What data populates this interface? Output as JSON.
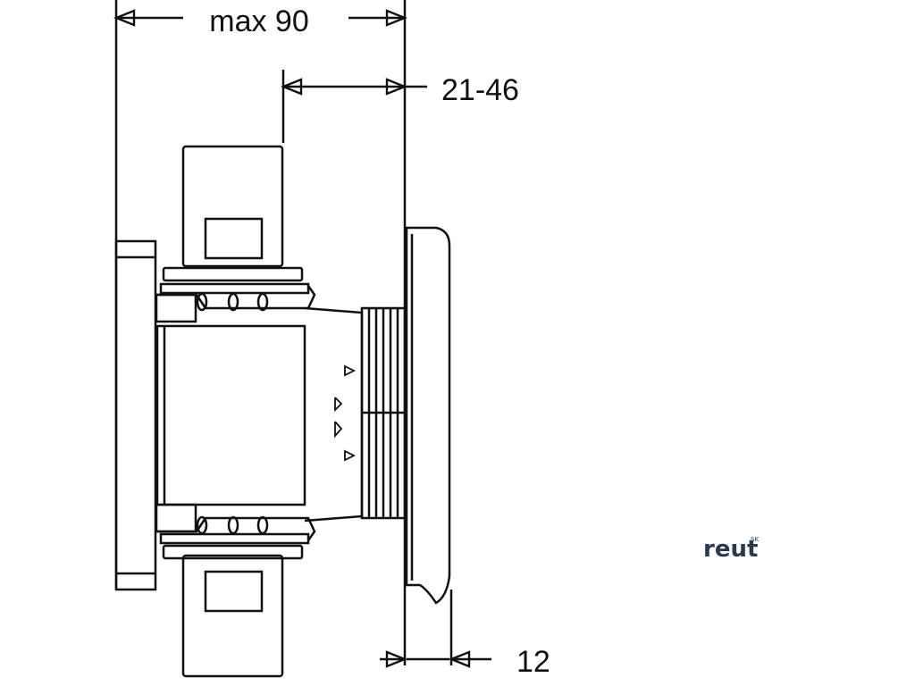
{
  "dimensions": {
    "overall": "max 90",
    "range": "21-46",
    "cover": "12"
  },
  "logo": {
    "text": "reut",
    "superscript": "SK"
  },
  "colors": {
    "line": "#111111",
    "background": "#ffffff",
    "logo": "#2a3a4e"
  }
}
